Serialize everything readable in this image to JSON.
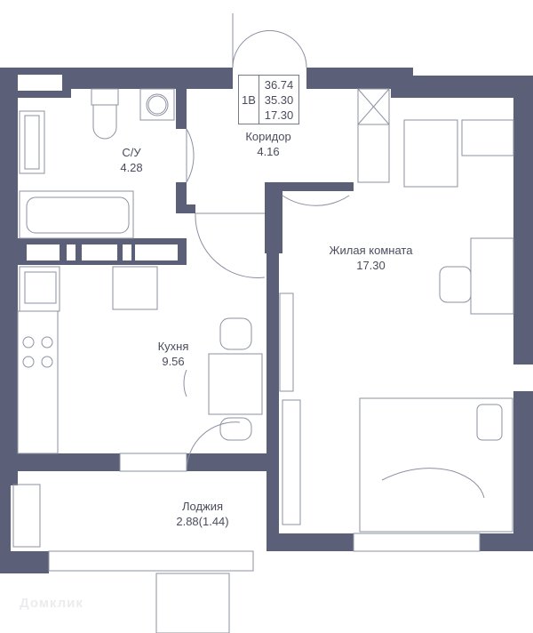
{
  "apartment": {
    "type": "1В",
    "total_area": "36.74",
    "living_total": "35.30",
    "living_area": "17.30"
  },
  "rooms": [
    {
      "name": "С/У",
      "area": "4.28"
    },
    {
      "name": "Коридор",
      "area": "4.16"
    },
    {
      "name": "Жилая комната",
      "area": "17.30"
    },
    {
      "name": "Кухня",
      "area": "9.56"
    },
    {
      "name": "Лоджия",
      "area": "2.88(1.44)"
    }
  ],
  "watermark": "Домклик",
  "colors": {
    "wall": "#5c5f78",
    "line": "#8d90a2"
  }
}
